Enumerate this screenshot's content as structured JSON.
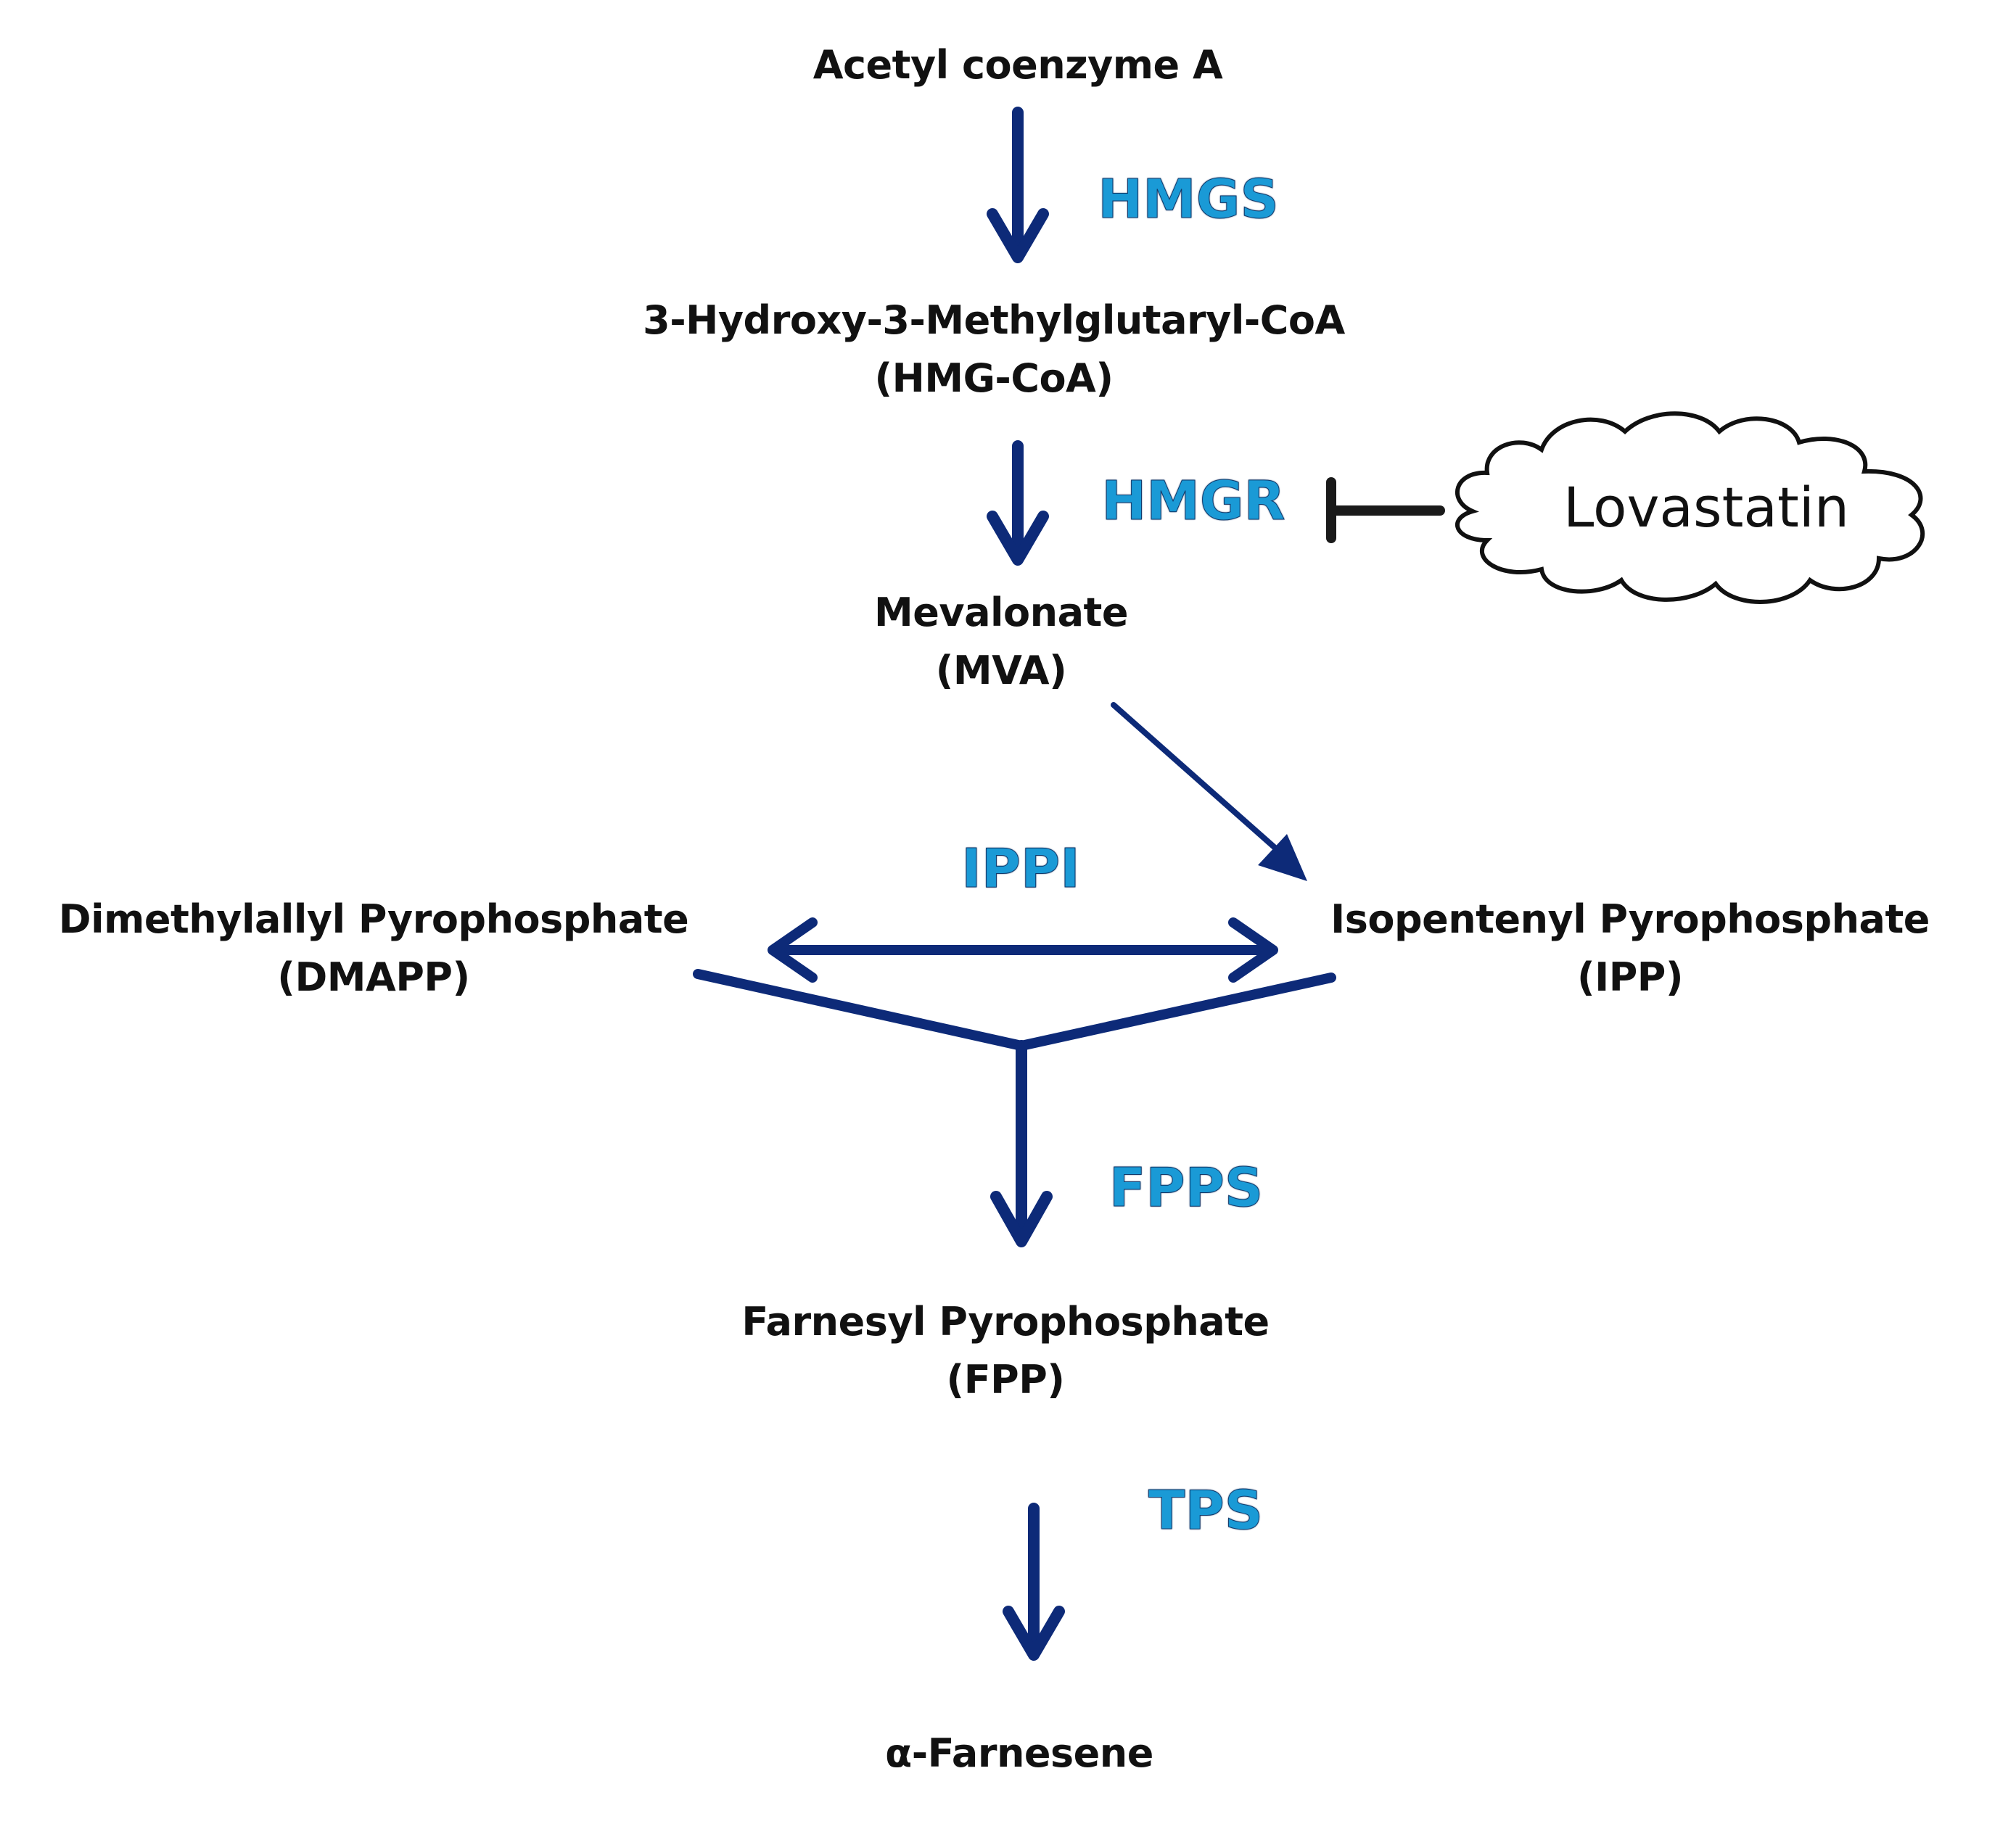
{
  "colors": {
    "arrow": "#0d2a78",
    "enzyme": "#1a9ad6",
    "text": "#111111",
    "inhibitor_bar": "#1a1a1a",
    "cloud_fill": "#ffffff",
    "cloud_stroke": "#111111"
  },
  "metabolites": {
    "acetyl_coa": {
      "name": "Acetyl coenzyme A"
    },
    "hmg_coa": {
      "name": "3-Hydroxy-3-Methylglutaryl-CoA",
      "abbr": "(HMG-CoA)"
    },
    "mevalonate": {
      "name": "Mevalonate",
      "abbr": "(MVA)"
    },
    "dmapp": {
      "name": "Dimethylallyl Pyrophosphate",
      "abbr": "(DMAPP)"
    },
    "ipp": {
      "name": "Isopentenyl Pyrophosphate",
      "abbr": "(IPP)"
    },
    "fpp": {
      "name": "Farnesyl Pyrophosphate",
      "abbr": "(FPP)"
    },
    "farnesene": {
      "name": "α-Farnesene"
    }
  },
  "enzymes": {
    "hmgs": "HMGS",
    "hmgr": "HMGR",
    "ippi": "IPPI",
    "fpps": "FPPS",
    "tps": "TPS"
  },
  "inhibitor": {
    "name": "Lovastatin",
    "target": "HMGR",
    "shape": "cloud"
  },
  "edges": [
    {
      "from": "Acetyl coenzyme A",
      "to": "3-Hydroxy-3-Methylglutaryl-CoA",
      "enzyme": "HMGS",
      "type": "arrow"
    },
    {
      "from": "3-Hydroxy-3-Methylglutaryl-CoA",
      "to": "Mevalonate",
      "enzyme": "HMGR",
      "type": "arrow"
    },
    {
      "from": "Mevalonate",
      "to": "Isopentenyl Pyrophosphate",
      "type": "arrow"
    },
    {
      "from": "Dimethylallyl Pyrophosphate",
      "to": "Isopentenyl Pyrophosphate",
      "enzyme": "IPPI",
      "type": "double-arrow"
    },
    {
      "from": "Dimethylallyl Pyrophosphate + Isopentenyl Pyrophosphate",
      "to": "Farnesyl Pyrophosphate",
      "enzyme": "FPPS",
      "type": "merge-arrow"
    },
    {
      "from": "Farnesyl Pyrophosphate",
      "to": "α-Farnesene",
      "enzyme": "TPS",
      "type": "arrow"
    },
    {
      "from": "Lovastatin",
      "to": "HMGR",
      "type": "inhibition"
    }
  ]
}
